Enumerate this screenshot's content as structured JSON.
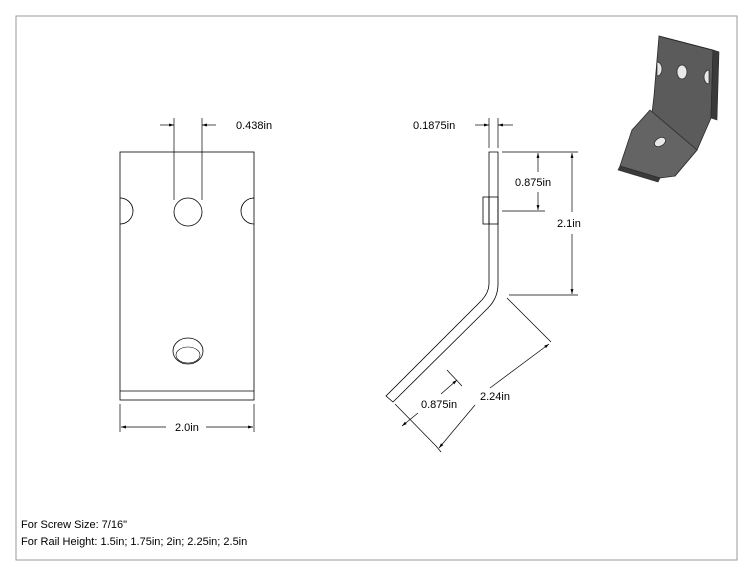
{
  "drawing": {
    "front_view": {
      "hole_spacing_label": "0.438in",
      "width_label": "2.0in"
    },
    "side_view": {
      "thickness_label": "0.1875in",
      "upper_hole_offset_label": "0.875in",
      "vertical_height_label": "2.1in",
      "lower_hole_offset_label": "0.875in",
      "angled_length_label": "2.24in"
    },
    "notes": {
      "screw_size": "For Screw Size: 7/16\"",
      "rail_height": "For Rail Height: 1.5in; 1.75in; 2in; 2.25in; 2.5in"
    },
    "colors": {
      "line": "#000000",
      "border": "#9a9a9a",
      "part_fill": "#5b5b5b",
      "part_dark": "#3a3a3a",
      "part_light": "#8a8a8a"
    }
  }
}
